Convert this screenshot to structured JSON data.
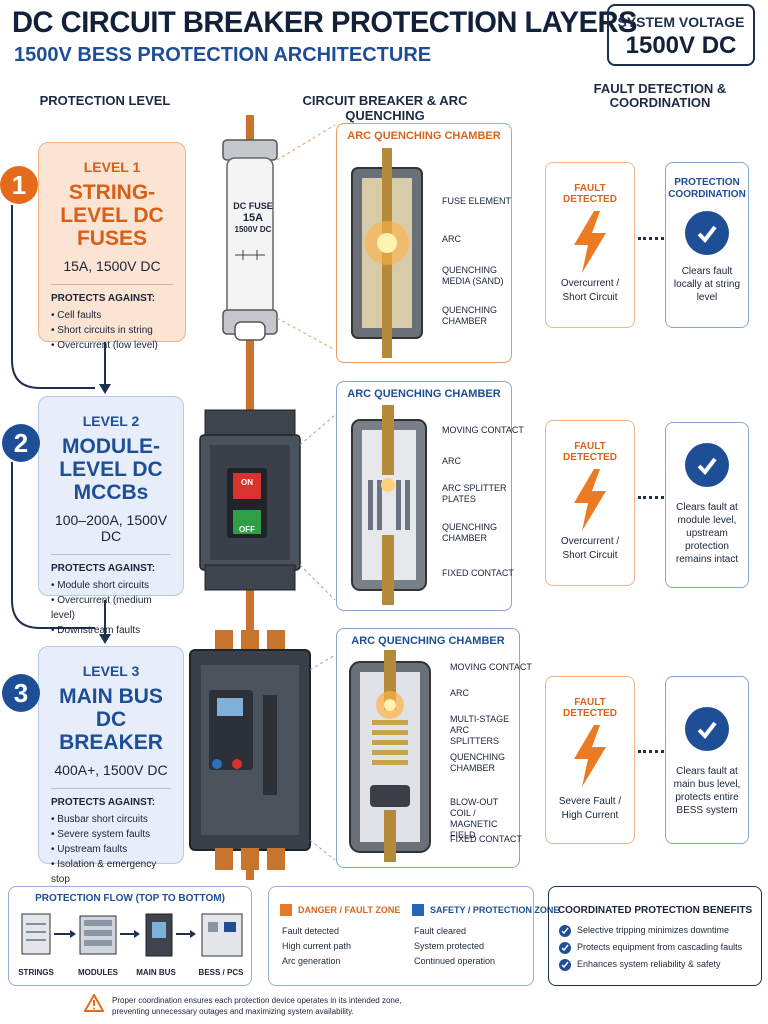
{
  "header": {
    "title": "DC CIRCUIT BREAKER PROTECTION LAYERS",
    "subtitle": "1500V BESS PROTECTION ARCHITECTURE",
    "system_voltage_label": "SYSTEM VOLTAGE",
    "system_voltage_value": "1500V DC"
  },
  "columns": {
    "protection_level": "PROTECTION LEVEL",
    "breaker_arc": "CIRCUIT BREAKER & ARC QUENCHING",
    "fault_detection": "FAULT DETECTION & COORDINATION"
  },
  "levels": [
    {
      "number": "1",
      "name": "LEVEL 1",
      "title": "STRING-LEVEL DC FUSES",
      "rating": "15A, 1500V DC",
      "protects_heading": "PROTECTS AGAINST:",
      "protects": [
        "Cell faults",
        "Short circuits in string",
        "Overcurrent (low level)"
      ],
      "device_text": [
        "DC FUSE",
        "15A",
        "1500V DC"
      ],
      "arc_heading": "ARC QUENCHING CHAMBER",
      "arc_labels": [
        "FUSE ELEMENT",
        "ARC",
        "QUENCHING MEDIA (SAND)",
        "QUENCHING CHAMBER"
      ],
      "fault_heading": "FAULT DETECTED",
      "fault_desc": "Overcurrent / Short Circuit",
      "coord_heading": "PROTECTION COORDINATION",
      "coord_desc": "Clears fault locally at string level"
    },
    {
      "number": "2",
      "name": "LEVEL 2",
      "title": "MODULE-LEVEL DC MCCBs",
      "rating": "100–200A, 1500V DC",
      "protects_heading": "PROTECTS AGAINST:",
      "protects": [
        "Module short circuits",
        "Overcurrent (medium level)",
        "Downstream faults"
      ],
      "device_text": [
        "ON",
        "OFF"
      ],
      "arc_heading": "ARC QUENCHING CHAMBER",
      "arc_labels": [
        "MOVING CONTACT",
        "ARC",
        "ARC SPLITTER PLATES",
        "QUENCHING CHAMBER",
        "FIXED CONTACT"
      ],
      "fault_heading": "FAULT DETECTED",
      "fault_desc": "Overcurrent / Short Circuit",
      "coord_desc": "Clears fault at module level, upstream protection remains intact"
    },
    {
      "number": "3",
      "name": "LEVEL 3",
      "title": "MAIN BUS DC BREAKER",
      "rating": "400A+, 1500V DC",
      "protects_heading": "PROTECTS AGAINST:",
      "protects": [
        "Busbar short circuits",
        "Severe system faults",
        "Upstream faults",
        "Isolation & emergency stop"
      ],
      "arc_heading": "ARC QUENCHING CHAMBER",
      "arc_labels": [
        "MOVING CONTACT",
        "ARC",
        "MULTI-STAGE ARC SPLITTERS",
        "QUENCHING CHAMBER",
        "BLOW-OUT COIL / MAGNETIC FIELD",
        "FIXED CONTACT"
      ],
      "fault_heading": "FAULT DETECTED",
      "fault_desc": "Severe Fault / High Current",
      "coord_desc": "Clears fault at main bus level, protects entire BESS system"
    }
  ],
  "flow": {
    "heading": "PROTECTION FLOW (TOP TO BOTTOM)",
    "steps": [
      "STRINGS",
      "MODULES",
      "MAIN BUS",
      "BESS / PCS"
    ]
  },
  "legend": {
    "danger": {
      "label": "DANGER / FAULT ZONE",
      "color": "#e8782a",
      "items": [
        "Fault detected",
        "High current path",
        "Arc generation"
      ]
    },
    "safety": {
      "label": "SAFETY / PROTECTION ZONE",
      "color": "#2467b8",
      "items": [
        "Fault cleared",
        "System protected",
        "Continued operation"
      ]
    }
  },
  "benefits": {
    "heading": "COORDINATED PROTECTION BENEFITS",
    "items": [
      "Selective tripping minimizes downtime",
      "Protects equipment from cascading faults",
      "Enhances system reliability & safety"
    ]
  },
  "footer_note": "Proper coordination ensures each protection device operates in its intended zone, preventing unnecessary outages and maximizing system availability."
}
